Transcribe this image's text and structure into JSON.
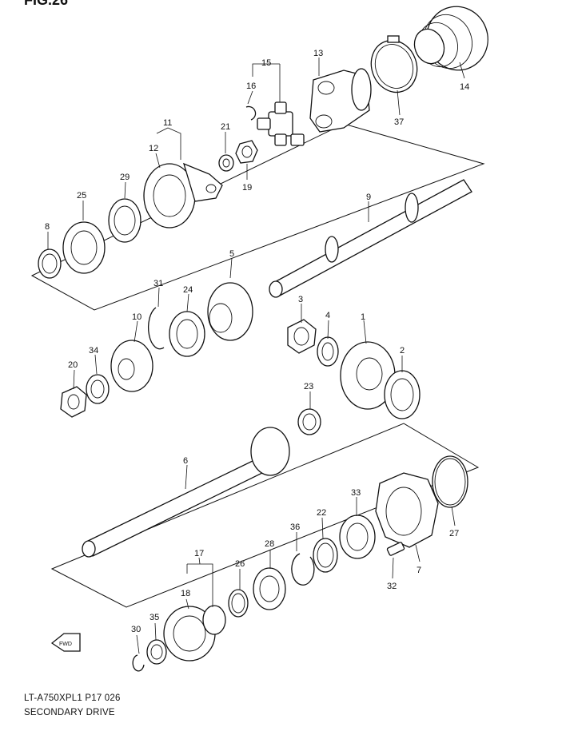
{
  "figure_label": "FIG.26",
  "figure_code": "LT-A750XPL1 P17 026",
  "figure_title": "SECONDARY DRIVE",
  "fwd_arrow_text": "FWD",
  "callouts": {
    "p1": "1",
    "p2": "2",
    "p3": "3",
    "p4": "4",
    "p5": "5",
    "p6": "6",
    "p7": "7",
    "p8": "8",
    "p9": "9",
    "p10": "10",
    "p11": "11",
    "p12": "12",
    "p13": "13",
    "p14": "14",
    "p15": "15",
    "p16": "16",
    "p17": "17",
    "p18": "18",
    "p19": "19",
    "p20": "20",
    "p21": "21",
    "p22": "22",
    "p23": "23",
    "p24": "24",
    "p25": "25",
    "p26": "26",
    "p27": "27",
    "p28": "28",
    "p29": "29",
    "p30": "30",
    "p31": "31",
    "p32": "32",
    "p33": "33",
    "p34": "34",
    "p35": "35",
    "p36": "36",
    "p37": "37"
  }
}
